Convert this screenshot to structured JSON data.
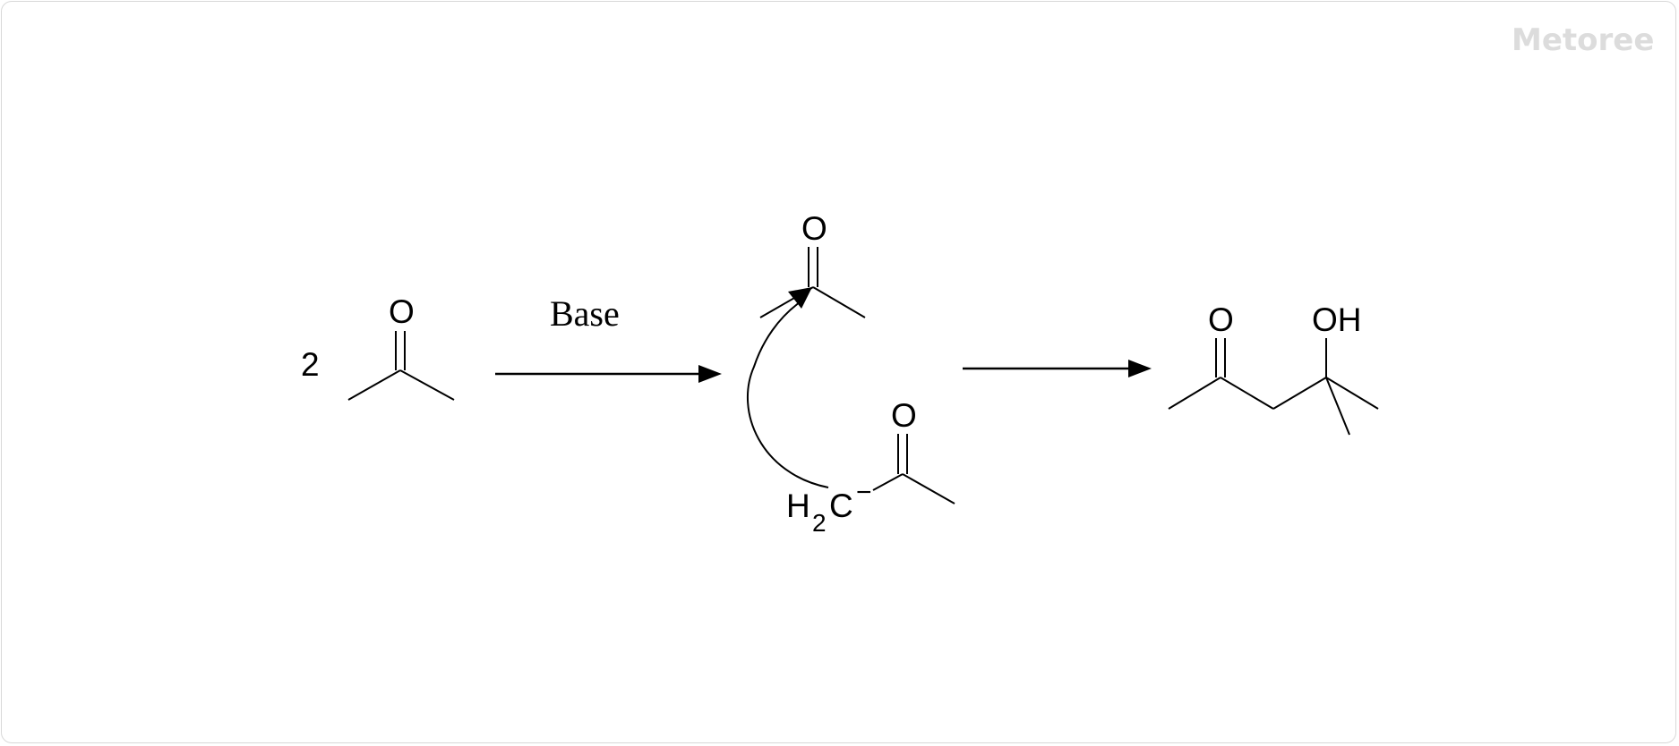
{
  "watermark": "Metoree",
  "reaction": {
    "coefficient": "2",
    "reagent": "Base",
    "reactant_atoms": {
      "oxygen": "O"
    },
    "intermediate": {
      "top_oxygen": "O",
      "bottom_oxygen": "O",
      "carbanion_h": "H",
      "carbanion_sub": "2",
      "carbanion_c": "C",
      "charge": "−"
    },
    "product": {
      "ketone_oxygen": "O",
      "hydroxyl": "OH"
    }
  }
}
